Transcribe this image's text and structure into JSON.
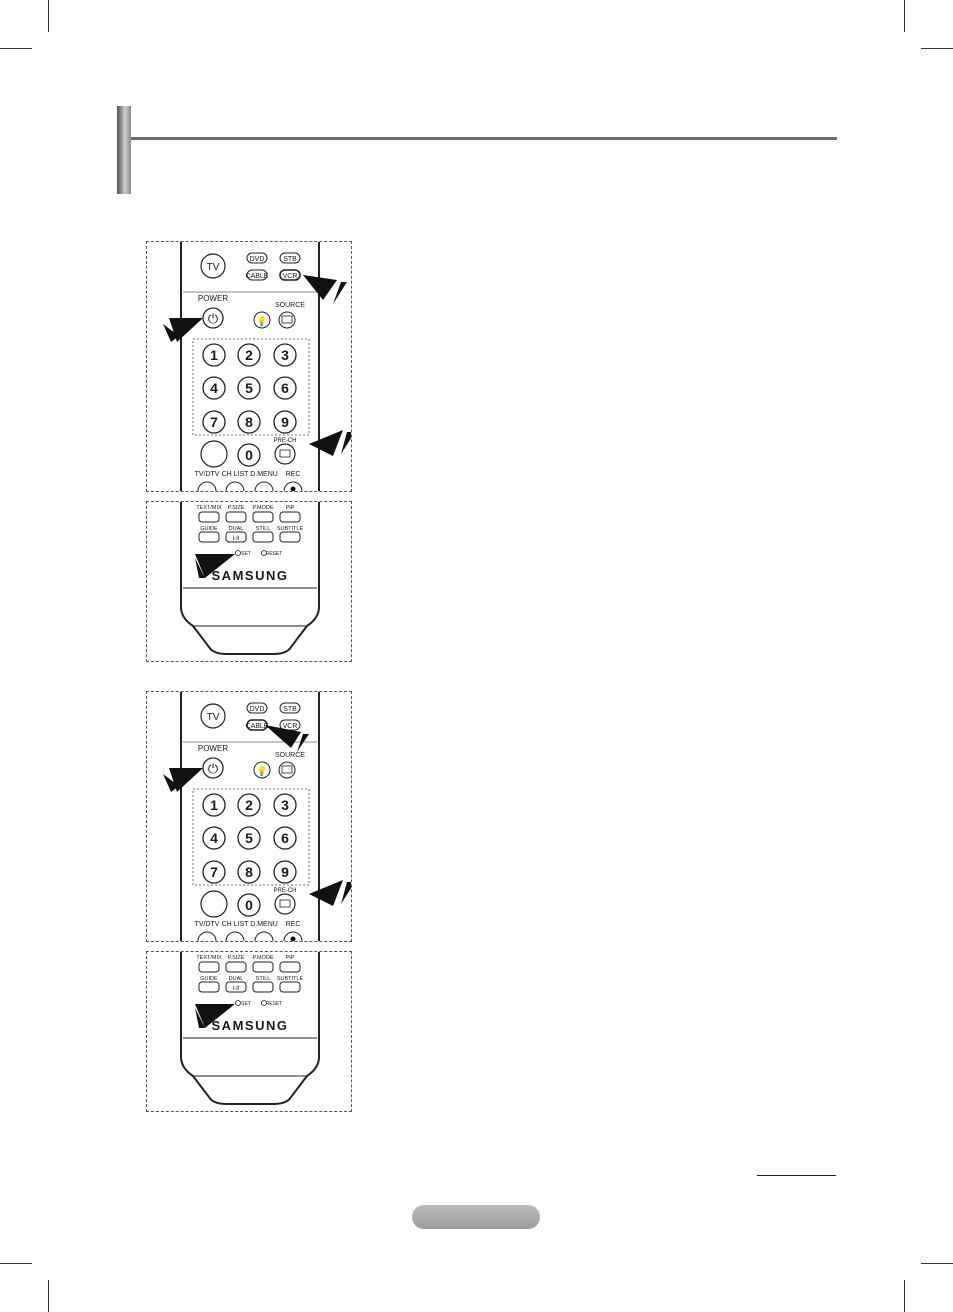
{
  "remote": {
    "tv_label": "TV",
    "mode_buttons": [
      "DVD",
      "STB",
      "CABLE",
      "VCR"
    ],
    "power_label": "POWER",
    "source_label": "SOURCE",
    "digits": [
      "1",
      "2",
      "3",
      "4",
      "5",
      "6",
      "7",
      "8",
      "9",
      "0"
    ],
    "lower_labels": [
      "TV/DTV",
      "CH LIST",
      "D.MENU",
      "REC"
    ],
    "prech_label": "PRE-CH",
    "row_a_labels": [
      "TEXT/MIX",
      "P.SIZE",
      "P.MODE",
      "PIP"
    ],
    "row_b_labels": [
      "GUIDE",
      "DUAL",
      "STILL",
      "SUBTITLE"
    ],
    "dual_glyph": "I-II",
    "set_label": "SET",
    "reset_label": "RESET",
    "brand": "SAMSUNG"
  },
  "figures": [
    {
      "highlight_mode": "VCR"
    },
    {
      "highlight_mode": "CABLE"
    }
  ],
  "page_number": ""
}
